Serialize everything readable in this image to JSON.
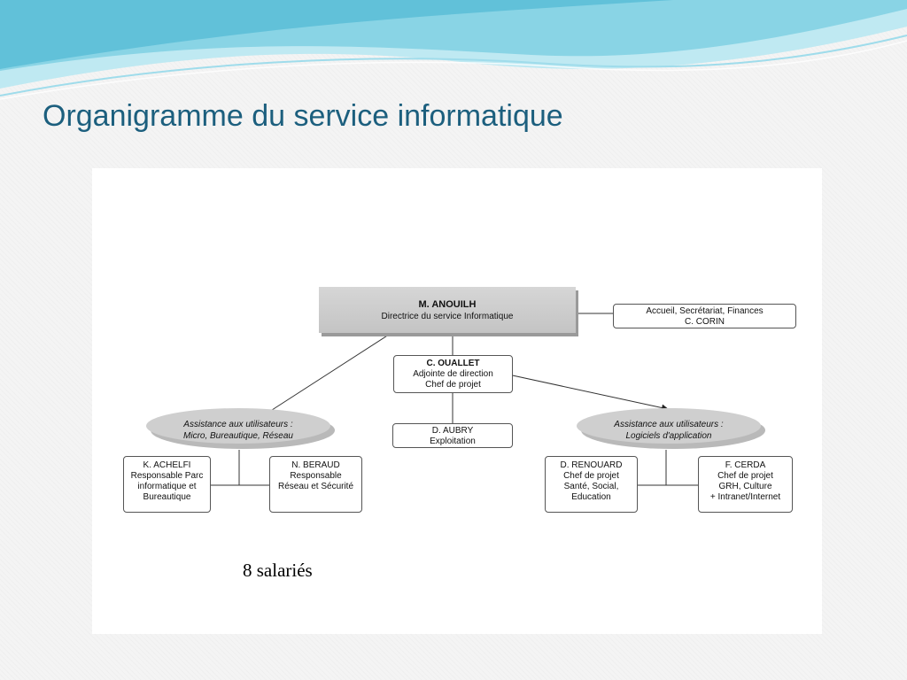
{
  "slide": {
    "title": "Organigramme du service informatique",
    "footer_note": "8 salariés"
  },
  "org": {
    "director": {
      "name": "M. ANOUILH",
      "role": "Directrice du service Informatique"
    },
    "secretariat": {
      "line1": "Accueil, Secrétariat, Finances",
      "line2": "C. CORIN"
    },
    "deputy": {
      "name": "C. OUALLET",
      "line1": "Adjointe de direction",
      "line2": "Chef de projet"
    },
    "exploitation": {
      "name": "D. AUBRY",
      "line1": "Exploitation"
    },
    "group_left": {
      "line1": "Assistance aux utilisateurs :",
      "line2": "Micro, Bureautique, Réseau"
    },
    "group_right": {
      "line1": "Assistance aux utilisateurs :",
      "line2": "Logiciels d'application"
    },
    "achelfi": {
      "name": "K. ACHELFI",
      "line1": "Responsable Parc",
      "line2": "informatique et",
      "line3": "Bureautique"
    },
    "beraud": {
      "name": "N. BERAUD",
      "line1": "Responsable",
      "line2": "Réseau et Sécurité"
    },
    "renouard": {
      "name": "D. RENOUARD",
      "line1": "Chef de projet",
      "line2": "Santé, Social,",
      "line3": "Education"
    },
    "cerda": {
      "name": "F. CERDA",
      "line1": "Chef de projet",
      "line2": "GRH, Culture",
      "line3": "+ Intranet/Internet"
    }
  },
  "colors": {
    "title": "#1c5f7e",
    "wave_light": "#bfe9f2",
    "wave_mid": "#7fd0e3",
    "wave_dark": "#3fb0cf",
    "director_fill": "#cccccc"
  }
}
